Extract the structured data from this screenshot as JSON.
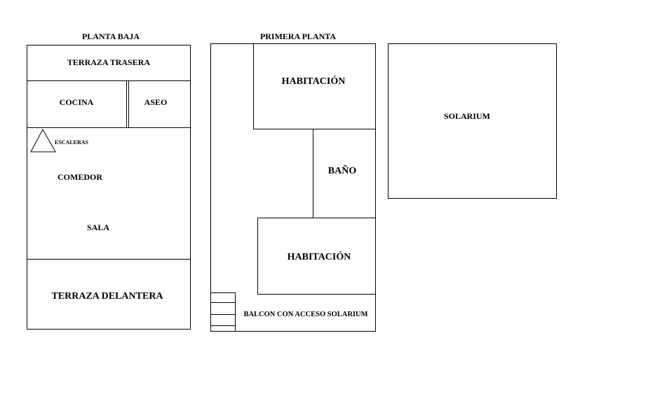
{
  "planta_baja": {
    "title": "PLANTA BAJA",
    "rooms": {
      "terraza_trasera": "TERRAZA TRASERA",
      "cocina": "COCINA",
      "aseo": "ASEO",
      "escaleras": "ESCALERAS",
      "comedor": "COMEDOR",
      "sala": "SALA",
      "terraza_delantera": "TERRAZA DELANTERA"
    }
  },
  "primera_planta": {
    "title": "PRIMERA PLANTA",
    "rooms": {
      "habitacion_1": "HABITACIÓN",
      "bano": "BAÑO",
      "habitacion_2": "HABITACIÓN",
      "balcon": "BALCON CON ACCESO SOLARIUM"
    }
  },
  "solarium": {
    "label": "SOLARIUM"
  }
}
